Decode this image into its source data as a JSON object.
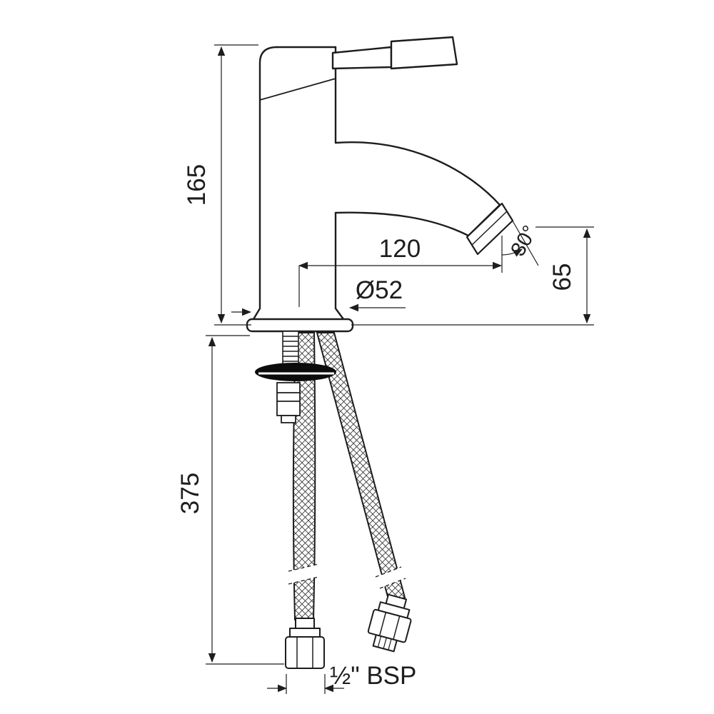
{
  "colors": {
    "line": "#1d1d1d",
    "background": "#ffffff"
  },
  "diagram": {
    "labels": {
      "overall_height": "165",
      "spout_reach": "120",
      "spout_angle": "30°",
      "outlet_height": "65",
      "base_diameter": "Ø52",
      "hose_length": "375",
      "thread_size": "½\" BSP"
    }
  }
}
